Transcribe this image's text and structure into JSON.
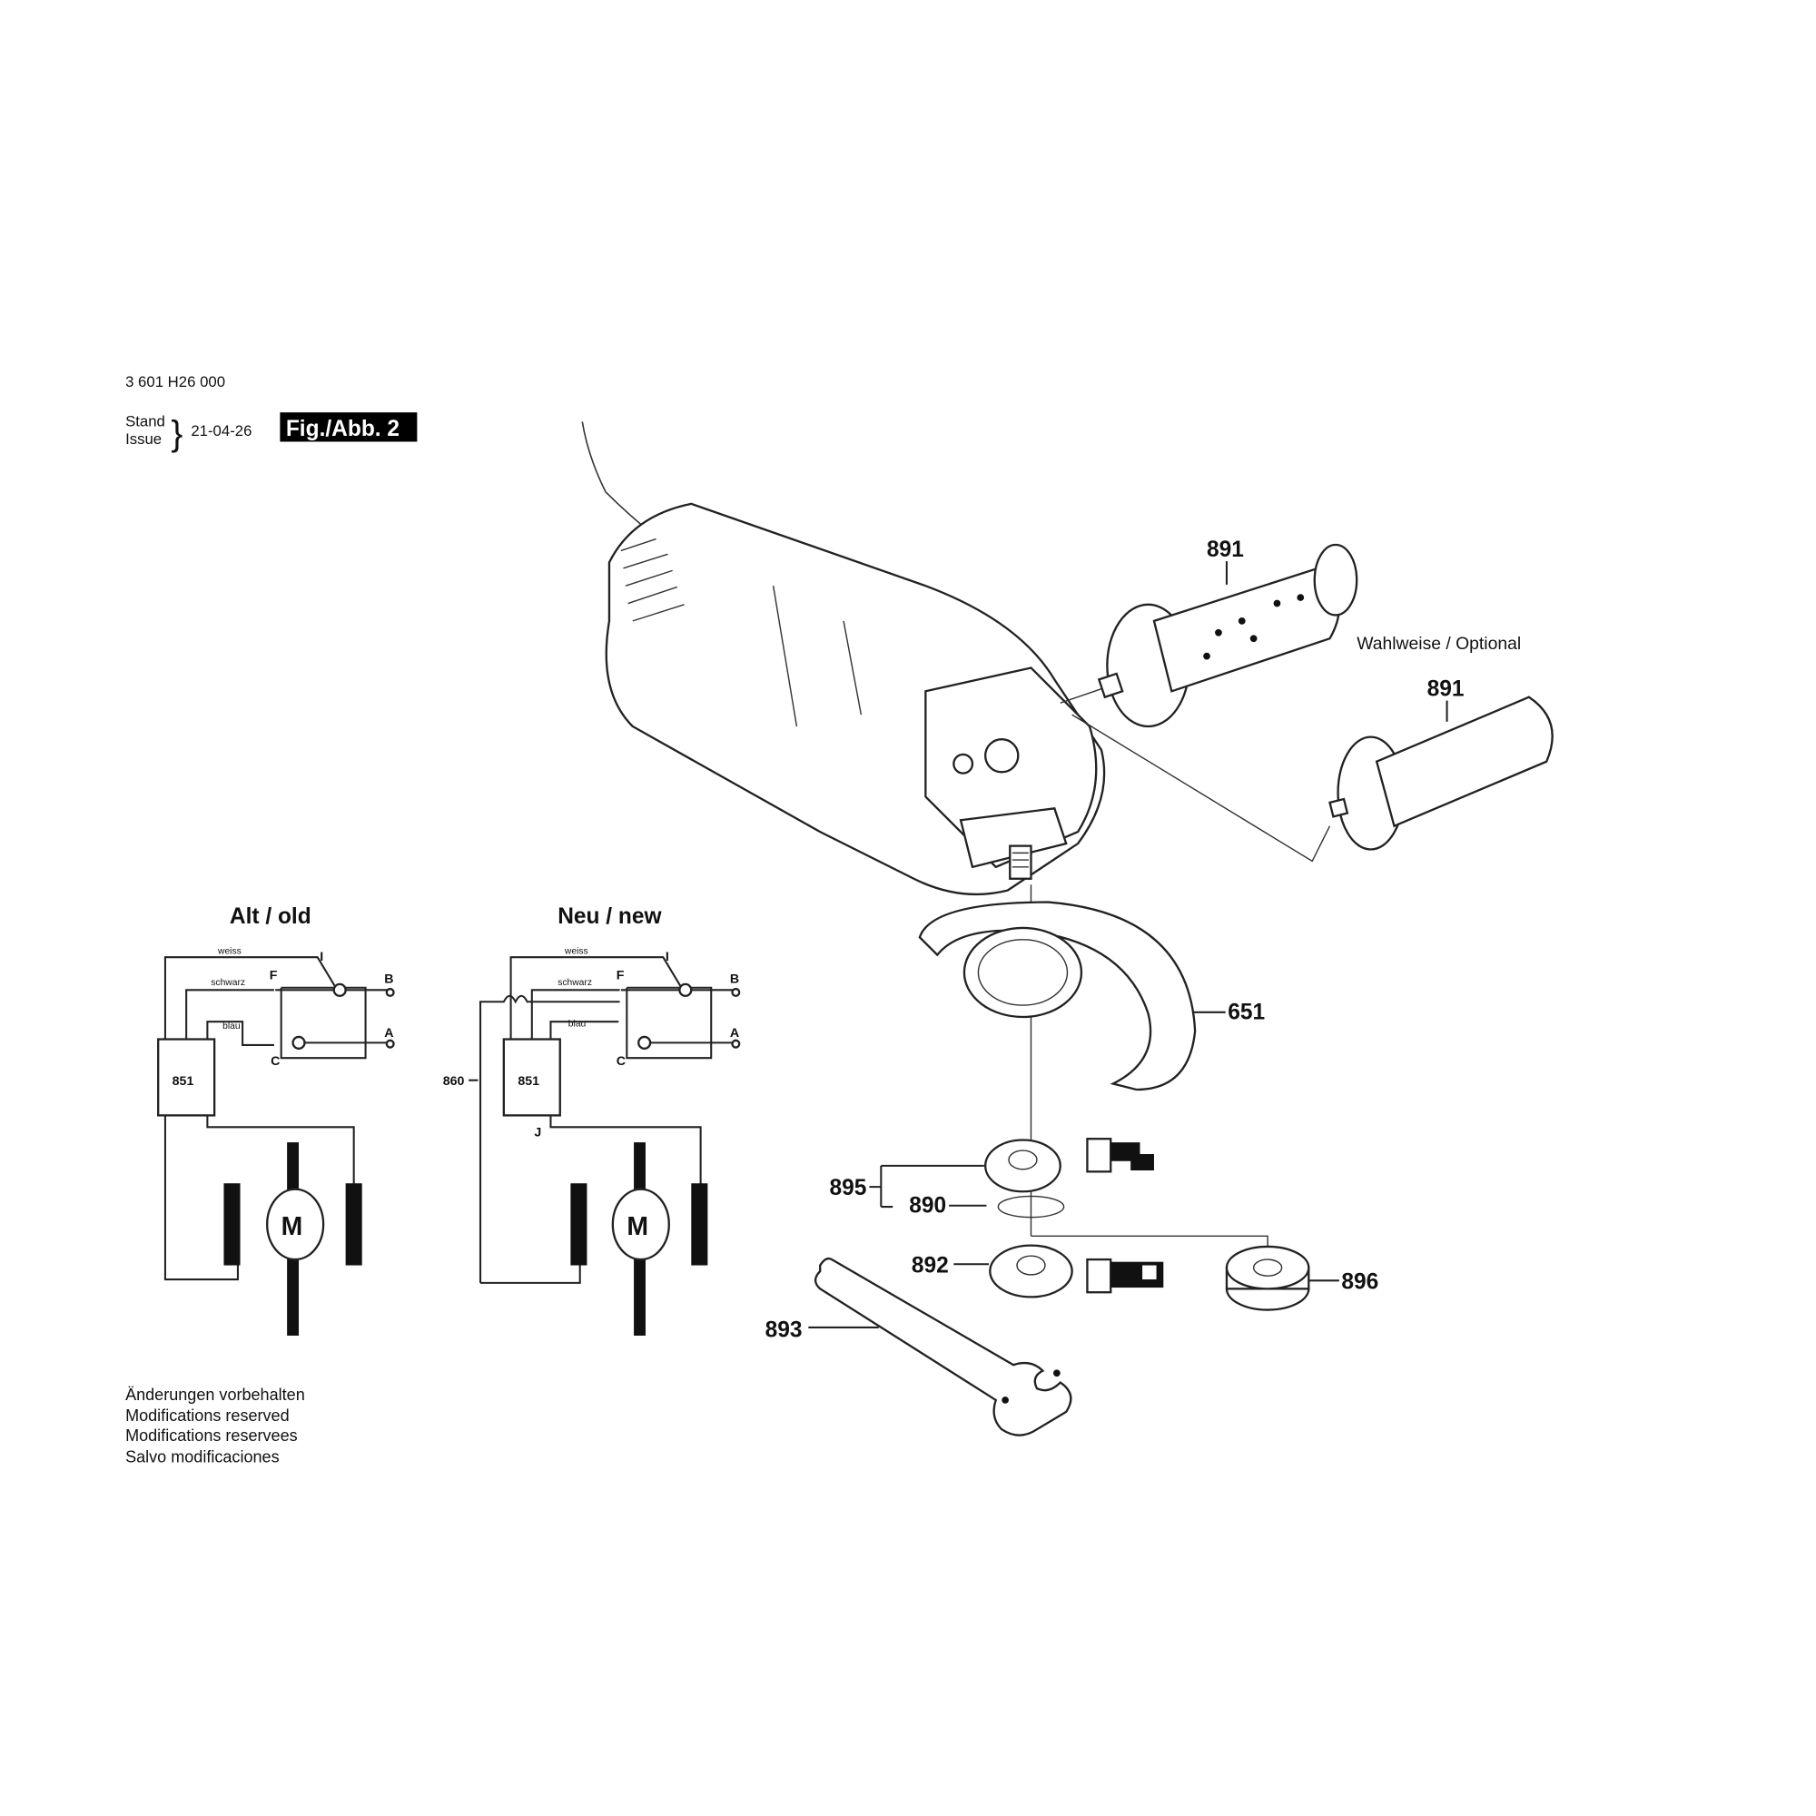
{
  "header": {
    "part_number": "3 601 H26 000",
    "stand": "Stand",
    "issue": "Issue",
    "date": "21-04-26",
    "figure": "Fig./Abb. 2"
  },
  "wiring_old": {
    "title": "Alt / old",
    "wire_white": "weiss",
    "wire_black": "schwarz",
    "wire_blue": "blau",
    "terminal_i": "I",
    "terminal_f": "F",
    "terminal_b": "B",
    "terminal_a": "A",
    "terminal_c": "C",
    "component": "851",
    "motor": "M"
  },
  "wiring_new": {
    "title": "Neu / new",
    "wire_white": "weiss",
    "wire_black": "schwarz",
    "wire_blue": "blau",
    "terminal_i": "I",
    "terminal_f": "F",
    "terminal_b": "B",
    "terminal_a": "A",
    "terminal_c": "C",
    "component": "851",
    "cable": "860",
    "terminal_j": "J",
    "motor": "M"
  },
  "parts": {
    "handle_1": "891",
    "optional": "Wahlweise / Optional",
    "handle_2": "891",
    "guard": "651",
    "flange_set": "895",
    "o_ring": "890",
    "clamping_nut": "892",
    "quick_nut": "896",
    "spanner": "893"
  },
  "footer": [
    "Änderungen vorbehalten",
    "Modifications reserved",
    "Modifications reservees",
    "Salvo modificaciones"
  ]
}
